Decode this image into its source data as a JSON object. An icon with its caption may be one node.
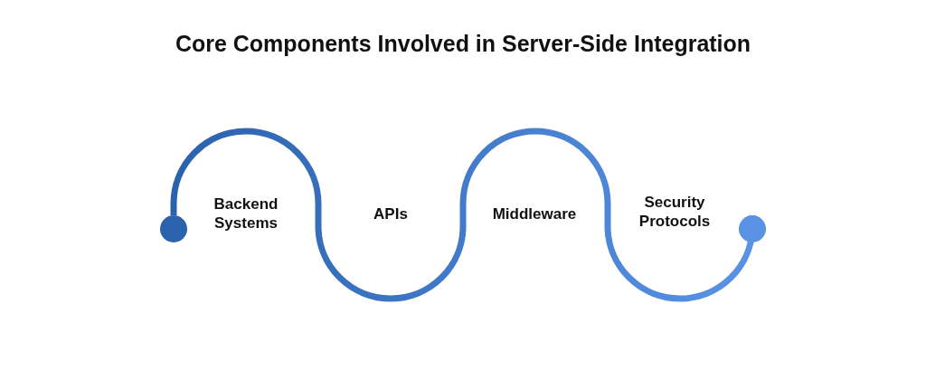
{
  "diagram": {
    "title": "Core Components Involved in Server-Side Integration",
    "nodes": [
      {
        "text": [],
        "shape": "circle"
      },
      {
        "text": [],
        "shape": "circle"
      }
    ],
    "edges": [
      {
        "from": 0,
        "to": 1,
        "arrow": "none"
      }
    ],
    "labels": [
      "Backend Systems",
      "APIs",
      "Middleware",
      "Security Protocols"
    ]
  }
}
